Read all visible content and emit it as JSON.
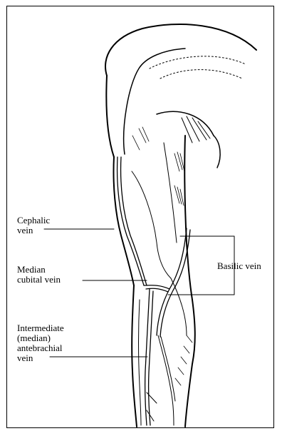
{
  "figure": {
    "labels": {
      "cephalic": "Cephalic\nvein",
      "median_cubital": "Median\ncubital vein",
      "intermediate": "Intermediate\n(median)\nantebrachial\nvein",
      "basilic": "Basilic vein"
    },
    "icons": {
      "arm": "arm-veins-illustration-icon"
    },
    "colors": {
      "ink": "#000000",
      "paper": "#ffffff"
    }
  }
}
